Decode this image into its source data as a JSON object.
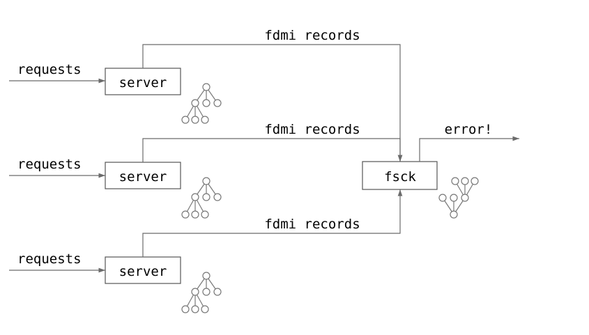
{
  "servers": [
    {
      "label": "server",
      "input_label": "requests",
      "output_label": "fdmi records",
      "tree_icon": "tree-icon"
    },
    {
      "label": "server",
      "input_label": "requests",
      "output_label": "fdmi records",
      "tree_icon": "tree-icon"
    },
    {
      "label": "server",
      "input_label": "requests",
      "output_label": "fdmi records",
      "tree_icon": "tree-icon"
    }
  ],
  "checker": {
    "label": "fsck",
    "output_label": "error!",
    "tree_icon": "inverted-tree-icon"
  },
  "colors": {
    "line": "#6b6b6b",
    "box_border": "#555555",
    "text": "#000000"
  }
}
